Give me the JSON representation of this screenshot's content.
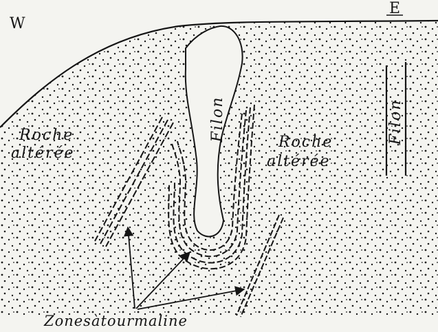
{
  "compass": {
    "west": "W",
    "east": "E"
  },
  "labels": {
    "altered_left_line1": "Roche",
    "altered_left_line2": "altérée",
    "altered_right_line1": "Roche",
    "altered_right_line2": "altérée",
    "vein_center": "Filon",
    "vein_right": "Filon",
    "tourmaline_zones": "Zonesàtourmaline"
  },
  "colors": {
    "ink": "#151515",
    "paper": "#f4f4f0"
  }
}
